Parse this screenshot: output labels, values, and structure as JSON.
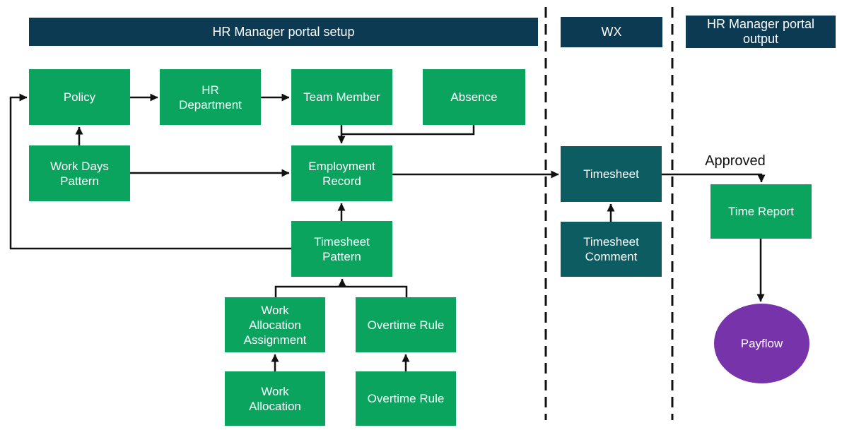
{
  "diagram": {
    "colors": {
      "green": "#0aa45f",
      "teal": "#0d5c61",
      "navy": "#0b3a52",
      "purple": "#7633aa",
      "line": "#111111"
    },
    "lanes": {
      "setup": "HR Manager portal setup",
      "wx": "WX",
      "output": "HR Manager portal\noutput"
    },
    "nodes": {
      "policy": "Policy",
      "hr_department": "HR\nDepartment",
      "team_member": "Team Member",
      "absence": "Absence",
      "work_days_pattern": "Work Days\nPattern",
      "employment_record": "Employment\nRecord",
      "timesheet_pattern": "Timesheet\nPattern",
      "work_allocation_assignment": "Work\nAllocation\nAssignment",
      "overtime_rule_upper": "Overtime Rule",
      "work_allocation": "Work\nAllocation",
      "overtime_rule_lower": "Overtime Rule",
      "timesheet": "Timesheet",
      "timesheet_comment": "Timesheet\nComment",
      "time_report": "Time Report",
      "payflow": "Payflow"
    },
    "edge_labels": {
      "approved": "Approved"
    }
  }
}
